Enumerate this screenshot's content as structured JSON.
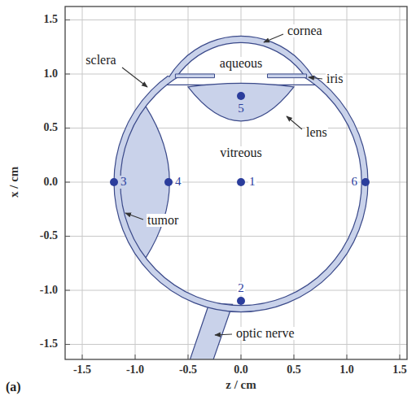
{
  "diagram": {
    "labels": [
      "1.5",
      "1.0",
      "0.5",
      "0.0",
      "-0.5",
      "-1.0",
      "-1.5",
      "x / cm",
      "-1.5",
      "-1.0",
      "-0.5",
      "0.0",
      "0.5",
      "1.0",
      "1.5",
      "z / cm",
      "cornea",
      "aqueous",
      "sclera",
      "iris",
      "lens",
      "vitreous",
      "tumor",
      "optic nerve",
      "1",
      "2",
      "3",
      "4",
      "5",
      "6",
      "(a)"
    ]
  }
}
